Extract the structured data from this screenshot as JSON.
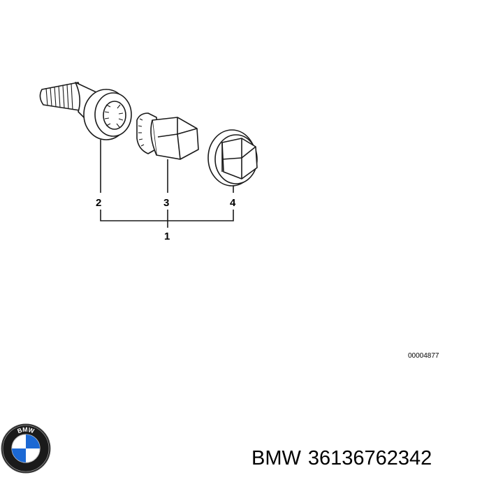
{
  "diagram": {
    "callouts": {
      "assembly": "1",
      "bolt": "2",
      "adapter": "3",
      "cap": "4"
    },
    "drawing_code": "00004877"
  },
  "caption": {
    "brand": "BMW",
    "part_number": "36136762342"
  },
  "logo": {
    "text": "BMW",
    "colors": {
      "blue": "#1c69d4",
      "white": "#ffffff",
      "ring": "#1a1a1a"
    }
  }
}
